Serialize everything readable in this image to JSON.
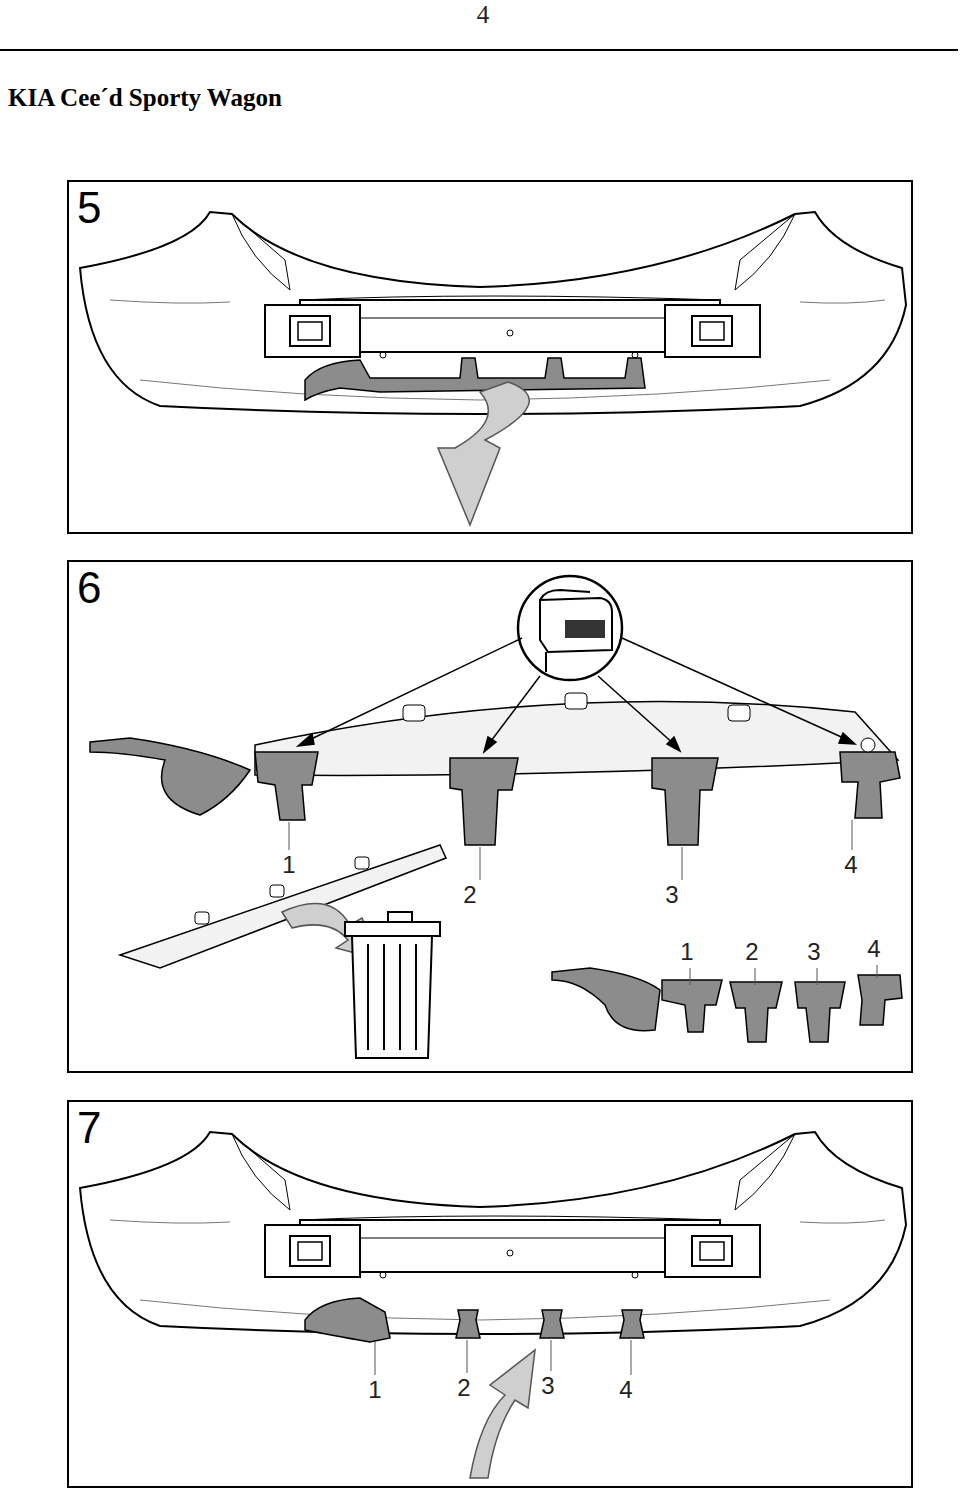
{
  "diagram": {
    "title": "KIA Cee´d Sporty Wagon",
    "nodes": [
      {
        "text": [
          "5"
        ]
      },
      {
        "text": [
          "6"
        ]
      },
      {
        "text": [
          "7"
        ]
      }
    ],
    "labels": [
      "4",
      "1",
      "2",
      "3",
      "4",
      "1",
      "2",
      "3",
      "4",
      "1",
      "2",
      "3",
      "4"
    ]
  }
}
